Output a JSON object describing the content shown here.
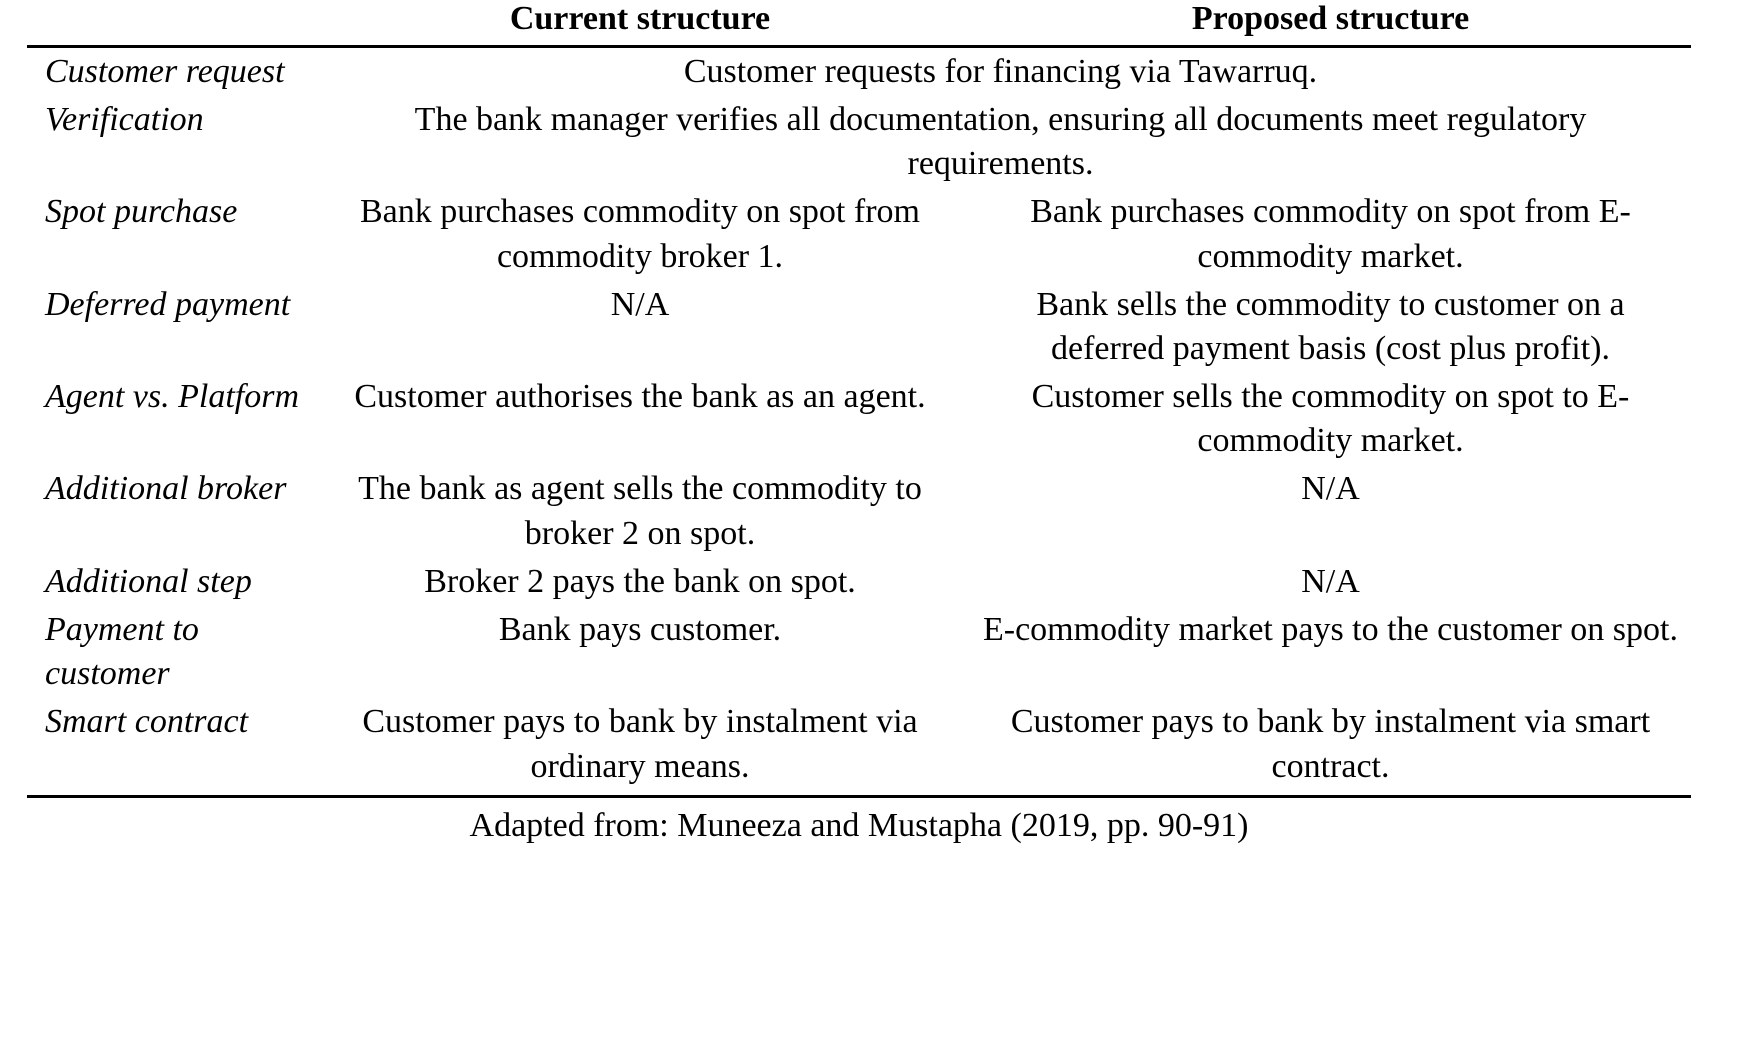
{
  "table": {
    "columns": [
      {
        "key": "label",
        "header": ""
      },
      {
        "key": "current",
        "header": "Current structure"
      },
      {
        "key": "proposed",
        "header": "Proposed structure"
      }
    ],
    "rows": [
      {
        "label": "Customer request",
        "span": true,
        "spanned_text": "Customer requests for financing via Tawarruq.",
        "current": "",
        "proposed": ""
      },
      {
        "label": "Verification",
        "span": true,
        "spanned_text": "The bank manager verifies all documentation, ensuring all documents meet regulatory requirements.",
        "current": "",
        "proposed": ""
      },
      {
        "label": "Spot purchase",
        "span": false,
        "current": "Bank purchases commodity on spot from commodity broker 1.",
        "proposed": "Bank purchases commodity on spot from E-commodity market."
      },
      {
        "label": "Deferred payment",
        "span": false,
        "current": "N/A",
        "proposed": "Bank sells the commodity to customer on a deferred payment basis (cost plus profit)."
      },
      {
        "label": "Agent vs. Platform",
        "span": false,
        "current": "Customer authorises the bank as an agent.",
        "proposed": "Customer sells the commodity on spot to E-commodity market."
      },
      {
        "label": "Additional broker",
        "span": false,
        "current": "The bank as agent sells the commodity to broker 2 on spot.",
        "proposed": "N/A"
      },
      {
        "label": "Additional step",
        "span": false,
        "current": "Broker 2 pays the bank on spot.",
        "proposed": "N/A"
      },
      {
        "label": "Payment to customer",
        "span": false,
        "current": "Bank pays customer.",
        "proposed": "E-commodity market pays to the customer on spot."
      },
      {
        "label": "Smart contract",
        "span": false,
        "current": "Customer pays to bank by instalment via ordinary means.",
        "proposed": "Customer pays to bank by instalment via smart contract."
      }
    ],
    "source_note": "Adapted from: Muneeza and Mustapha (2019, pp. 90-91)"
  }
}
